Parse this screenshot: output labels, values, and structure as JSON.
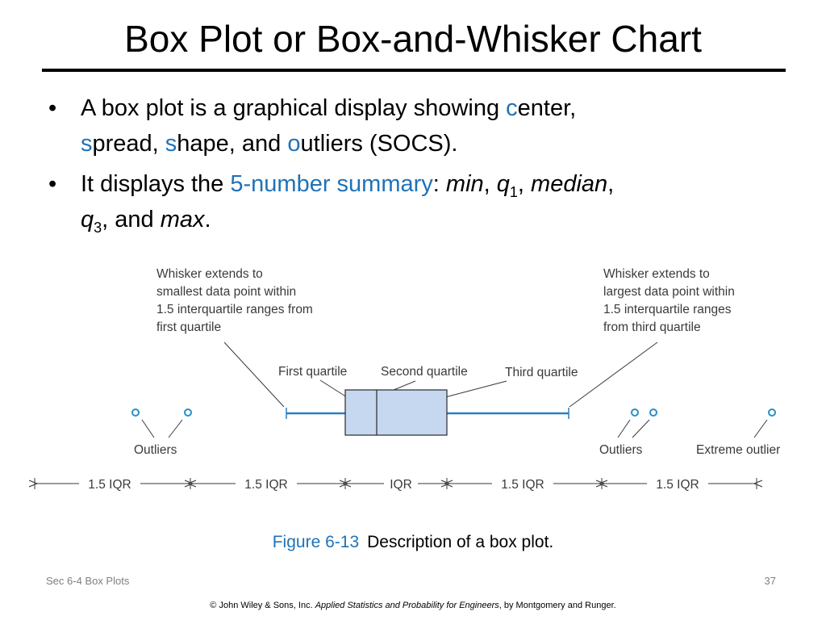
{
  "title": "Box Plot or Box-and-Whisker Chart",
  "bullets": [
    {
      "marker": "•",
      "line1": {
        "pre": "A box plot is a graphical display showing ",
        "c": "c",
        "c_rest": "enter,"
      },
      "line2": {
        "s1": "s",
        "s1_rest": "pread, ",
        "s2": "s",
        "s2_rest": "hape, and ",
        "o": "o",
        "o_rest": "utliers (SOCS)."
      }
    },
    {
      "marker": "•",
      "line1": {
        "pre": "It displays the ",
        "summary": "5-number summary",
        "colon": ": ",
        "min": "min",
        "sep1": ", ",
        "q": "q",
        "q1_sub": "1",
        "sep2": ", ",
        "median": "median",
        "sep3": ","
      },
      "line2": {
        "q": "q",
        "q3_sub": "3",
        "mid": ", and ",
        "max": "max",
        "end": "."
      }
    }
  ],
  "diagram": {
    "left_whisker_note": [
      "Whisker extends to",
      "smallest data point within",
      "1.5 interquartile ranges from",
      "first quartile"
    ],
    "right_whisker_note": [
      "Whisker extends to",
      "largest data point within",
      "1.5 interquartile ranges",
      "from third quartile"
    ],
    "first_quartile": "First quartile",
    "second_quartile": "Second quartile",
    "third_quartile": "Third quartile",
    "outliers_left": "Outliers",
    "outliers_right": "Outliers",
    "extreme_outlier": "Extreme outlier",
    "scale_labels": [
      "1.5 IQR",
      "1.5 IQR",
      "IQR",
      "1.5 IQR",
      "1.5 IQR"
    ]
  },
  "caption": {
    "figure": "Figure 6-13",
    "text": "Description of a box plot."
  },
  "footer": {
    "section": "Sec 6-4 Box Plots",
    "page": "37",
    "copyright_pre": "© John Wiley & Sons, Inc.  ",
    "copyright_book": "Applied Statistics and Probability for Engineers",
    "copyright_post": ", by Montgomery and Runger."
  },
  "colors": {
    "accent": "#1f72b8",
    "box_fill": "#c5d8f0",
    "box_stroke": "#2a2a2a",
    "whisker": "#2a7fc1",
    "outlier": "#2a8fc7"
  }
}
